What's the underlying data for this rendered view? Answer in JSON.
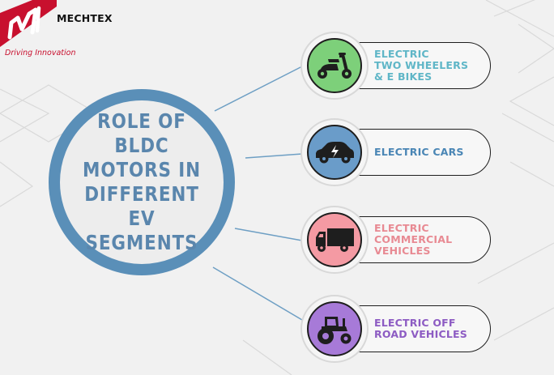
{
  "brand": {
    "name": "MECHTEX",
    "tagline": "Driving Innovation",
    "logo_color": "#c8102e"
  },
  "hub": {
    "title": "ROLE OF BLDC MOTORS IN DIFFERENT EV SEGMENTS",
    "ring_color": "#5a8fb8",
    "text_color": "#5a86ad"
  },
  "segments": [
    {
      "label": "ELECTRIC\nTWO WHEELERS\n& E BIKES",
      "icon": "scooter-icon",
      "circle_color": "#7dd07a",
      "text_color": "#5fb6c7"
    },
    {
      "label": "ELECTRIC CARS",
      "icon": "electric-car-icon",
      "circle_color": "#6a9cc9",
      "text_color": "#4a86b5"
    },
    {
      "label": "ELECTRIC\nCOMMERCIAL\nVEHICLES",
      "icon": "truck-icon",
      "circle_color": "#f49aa3",
      "text_color": "#e88a93"
    },
    {
      "label": "ELECTRIC OFF\nROAD VEHICLES",
      "icon": "tractor-icon",
      "circle_color": "#a77ad8",
      "text_color": "#8d5cc3"
    }
  ]
}
